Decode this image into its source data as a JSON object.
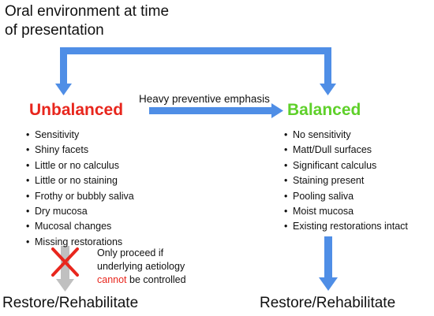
{
  "title": "Oral environment at time of presentation",
  "arrow_label": "Heavy preventive emphasis",
  "unbalanced": {
    "heading": "Unbalanced",
    "items": [
      "Sensitivity",
      "Shiny facets",
      "Little or no calculus",
      "Little or no staining",
      "Frothy or bubbly saliva",
      "Dry mucosa",
      "Mucosal changes",
      "Missing restorations"
    ]
  },
  "balanced": {
    "heading": "Balanced",
    "items": [
      "No sensitivity",
      "Matt/Dull surfaces",
      "Significant calculus",
      "Staining present",
      "Pooling saliva",
      "Moist mucosa",
      "Existing restorations intact"
    ]
  },
  "note": {
    "line1": "Only proceed if",
    "line2": "underlying aetiology",
    "red_word": "cannot",
    "line3_rest": " be controlled"
  },
  "outcome_left": "Restore/Rehabilitate",
  "outcome_right": "Restore/Rehabilitate",
  "colors": {
    "arrow": "#4f8ee6",
    "unbalanced": "#e8261d",
    "balanced": "#5fd02a",
    "blocked_arrow": "#c0c0c0",
    "cross": "#e8261d"
  }
}
